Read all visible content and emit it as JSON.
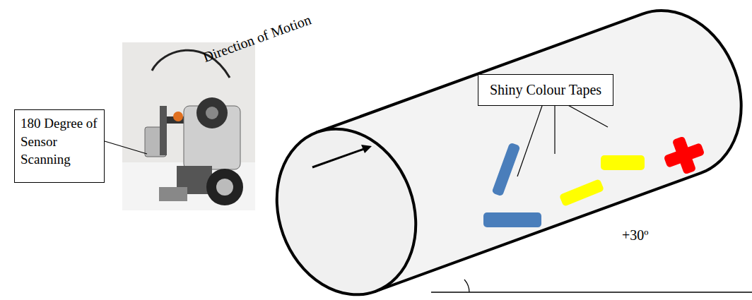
{
  "diagram": {
    "nodes": [
      {
        "text": [
          "180 Degree of Sensor Scanning"
        ]
      },
      {
        "text": [
          "Shiny Colour Tapes"
        ]
      }
    ],
    "labels": [
      "Direction of Motion",
      "+30º"
    ]
  }
}
